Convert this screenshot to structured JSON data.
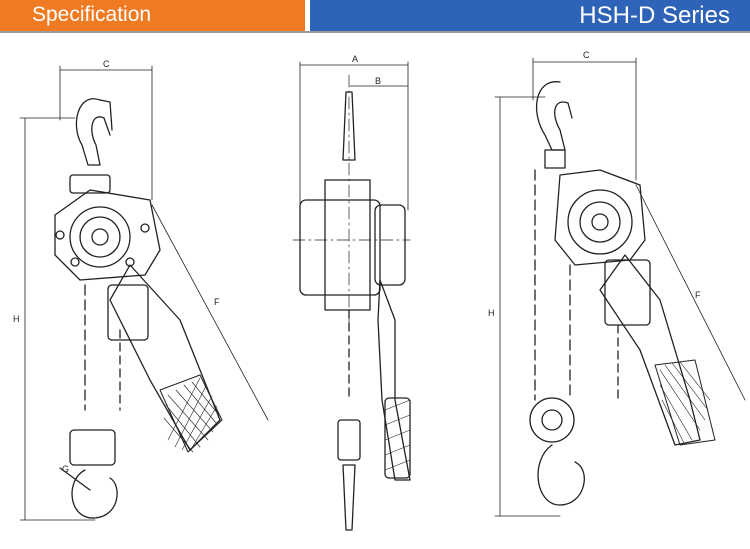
{
  "header": {
    "spec_label": "Specification",
    "series_label": "HSH-D Series",
    "spec_color": "#f07a22",
    "series_color": "#2f63b7"
  },
  "views": {
    "left": {
      "dim_c": "C",
      "dim_h": "H",
      "dim_f": "F",
      "dim_g": "G"
    },
    "middle": {
      "dim_a": "A",
      "dim_b": "B"
    },
    "right": {
      "dim_c": "C",
      "dim_h": "H",
      "dim_f": "F"
    }
  }
}
